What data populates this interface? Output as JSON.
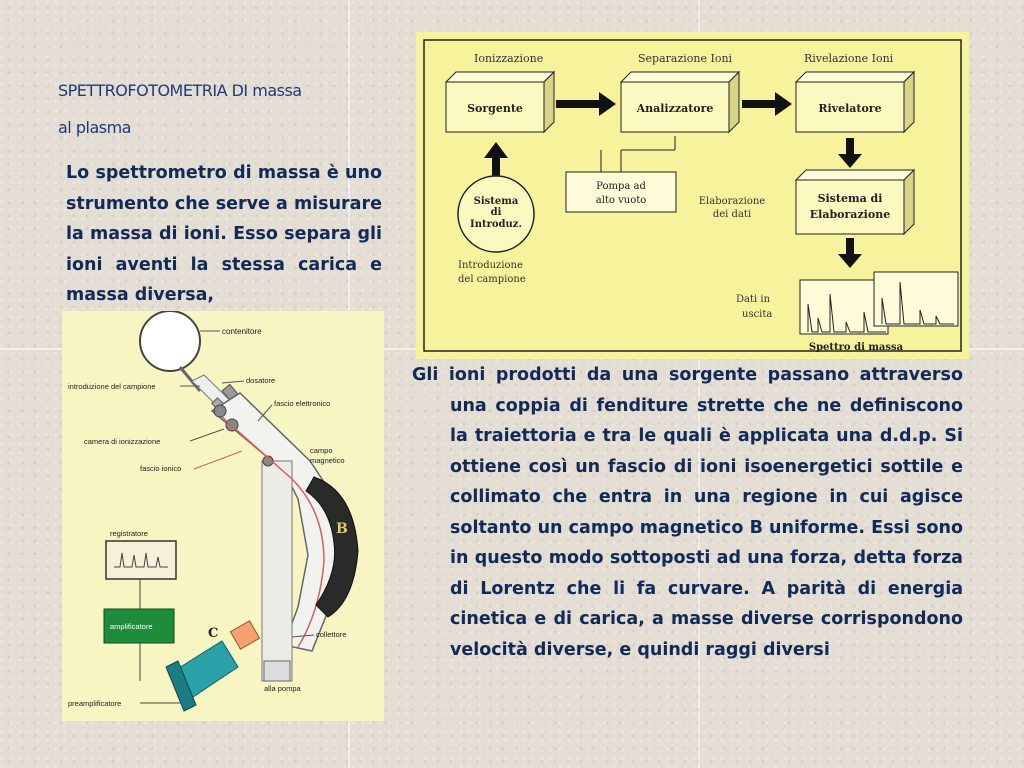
{
  "slide": {
    "title_line1": "SPETTROFOTOMETRIA DI  massa",
    "title_line2": "al plasma",
    "intro": "Lo spettrometro di massa è uno strumento che serve a misurare la massa di ioni. Esso separa gli ioni aventi la stessa carica e massa diversa,",
    "body": "Gli ioni prodotti da una sorgente passano attraverso una coppia di fenditure strette che ne definiscono la traiettoria e tra le quali è applicata una  d.d.p. Si ottiene così un fascio di ioni isoenergetici sottile e collimato che entra in una regione in cui agisce soltanto un campo magnetico B uniforme. Essi sono in questo modo sottoposti ad una forza, detta forza di Lorentz che li fa curvare. A parità di energia cinetica e di carica, a masse diverse corrispondono velocità diverse, e quindi raggi diversi"
  },
  "block_diagram": {
    "stage1": "Ionizzazione",
    "stage2": "Separazione Ioni",
    "stage3": "Rivelazione Ioni",
    "box_source": "Sorgente",
    "box_analyzer": "Analizzatore",
    "box_detector": "Rivelatore",
    "box_processing_l1": "Sistema di",
    "box_processing_l2": "Elaborazione",
    "intro_system_l1": "Sistema",
    "intro_system_l2": "di",
    "intro_system_l3": "Introduz.",
    "pump_l1": "Pompa ad",
    "pump_l2": "alto vuoto",
    "data_proc_l1": "Elaborazione",
    "data_proc_l2": "dei dati",
    "sample_intro_l1": "Introduzione",
    "sample_intro_l2": "del campione",
    "output_l1": "Dati in",
    "output_l2": "uscita",
    "spectrum": "Spettro di massa"
  },
  "apparatus": {
    "container": "contenitore",
    "sample_intro": "introduzione del campione",
    "doser": "dosatore",
    "electron_beam": "fascio elettronico",
    "ionization_chamber": "camera di ionizzazione",
    "ion_beam": "fascio ionico",
    "magnetic_field_l1": "campo",
    "magnetic_field_l2": "magnetico",
    "recorder": "registratore",
    "amplifier": "amplificatore",
    "collector": "collettore",
    "pump": "alla pompa",
    "preamplifier": "preamplificatore",
    "letter_b": "B",
    "letter_c": "C"
  },
  "colors": {
    "title": "#1f3a7a",
    "text": "#122a57",
    "diagram_bg": "#f7f39c",
    "amplifier": "#1e8c3a",
    "collector": "#2aa0a8"
  }
}
